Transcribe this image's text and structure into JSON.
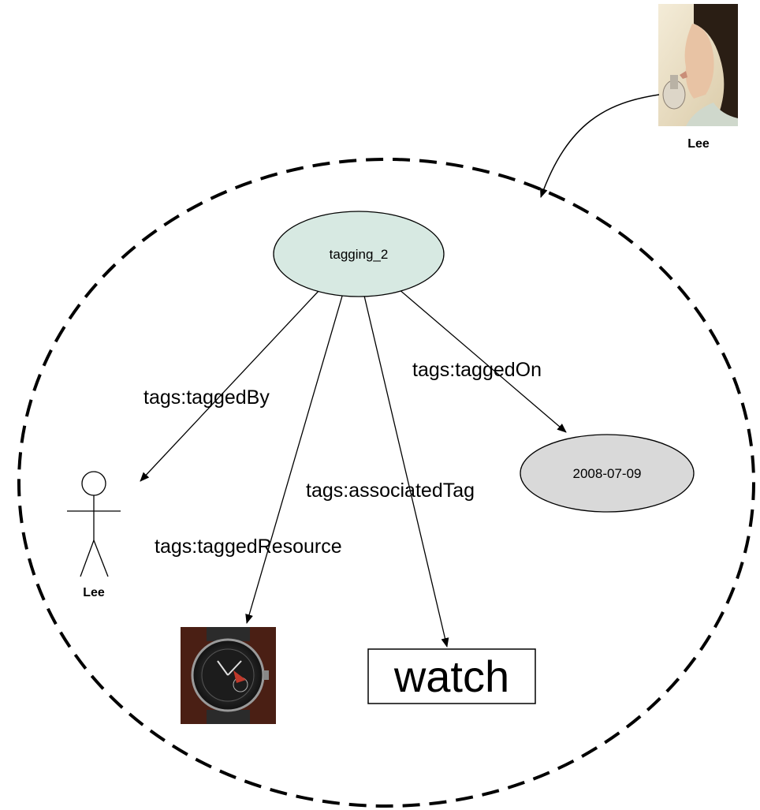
{
  "diagram": {
    "nodes": {
      "tagging": {
        "label": "tagging_2",
        "fill": "#d7e9e2"
      },
      "date": {
        "label": "2008-07-09",
        "fill": "#d9d9d9"
      },
      "tagger": {
        "label": "Lee"
      },
      "resource": {
        "icon": "wristwatch-photo"
      },
      "tag": {
        "label": "watch"
      }
    },
    "edges": {
      "tagged_by": {
        "label": "tags:taggedBy"
      },
      "tagged_resource": {
        "label": "tags:taggedResource"
      },
      "associated_tag": {
        "label": "tags:associatedTag"
      },
      "tagged_on": {
        "label": "tags:taggedOn"
      }
    },
    "owner": {
      "label": "Lee",
      "icon": "woman-portrait-photo"
    }
  }
}
